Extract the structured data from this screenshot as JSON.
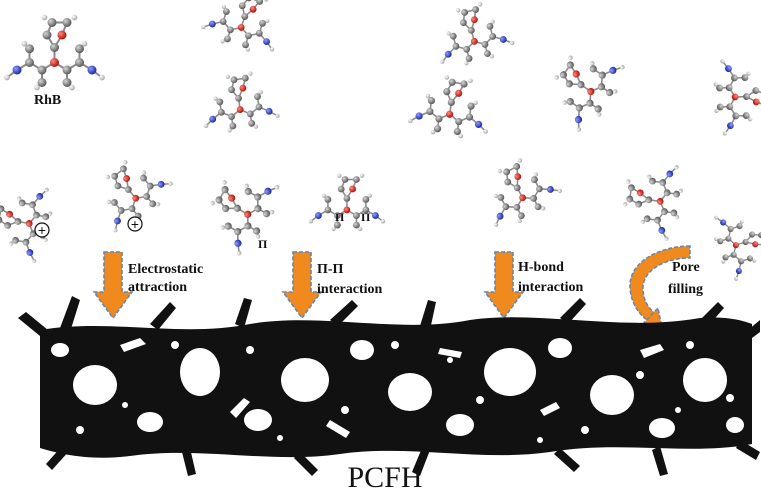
{
  "labels": {
    "molecule": "RhB",
    "electrostatic_line1": "Electrostatic",
    "electrostatic_line2": "attraction",
    "pipi_line1": "Π-Π",
    "pipi_line2": "interaction",
    "hbond_line1": "H-bond",
    "hbond_line2": "interaction",
    "pore_line1": "Pore",
    "pore_line2": "filling",
    "material": "PCFH",
    "charge_symbol": "+",
    "pi_symbol": "Π"
  },
  "colors": {
    "arrow_fill": "#f08a1e",
    "arrow_outline": "#5f86b8",
    "carbon_atom": "#7a7a7a",
    "hydrogen_atom": "#d8d8d8",
    "oxygen_atom": "#d9271e",
    "nitrogen_atom": "#2d3fc9",
    "framework": "#111111",
    "pore": "#ffffff"
  },
  "icons": {
    "arrow": "down-arrow-icon",
    "curved_arrow": "curved-arrow-icon",
    "charge": "plus-circle-icon"
  }
}
